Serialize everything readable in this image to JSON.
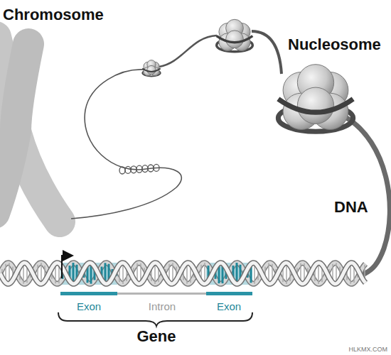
{
  "diagram": {
    "labels": [
      "Chromosome",
      "Nucleosome",
      "DNA",
      "Exon",
      "Intron",
      "Exon",
      "Gene",
      "HLKMX.COM"
    ]
  }
}
